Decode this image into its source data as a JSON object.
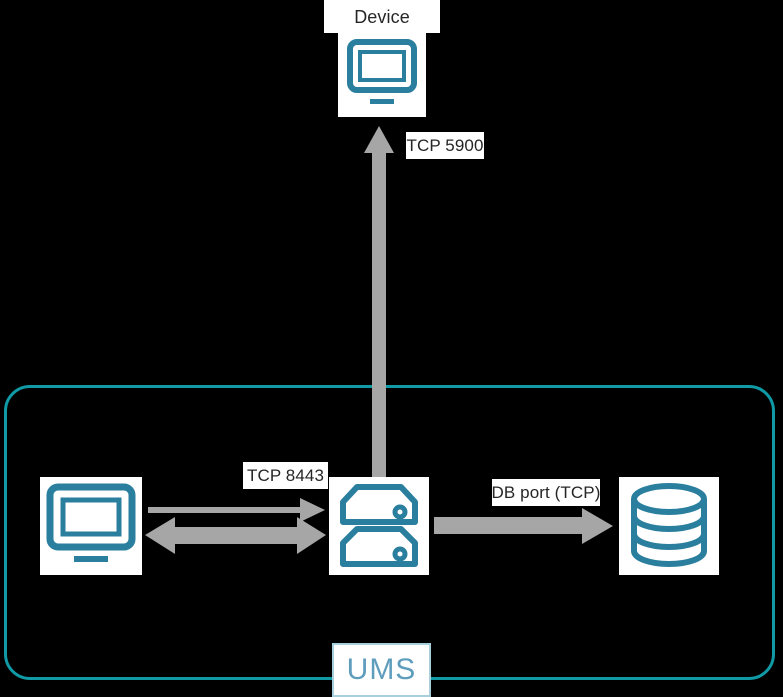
{
  "diagram": {
    "title": "UMS connection / port diagram",
    "background_color": "#000000",
    "accent_color": "#2b7f9e",
    "boundary_color": "#0f9aa6",
    "arrow_color": "#a6a6a6",
    "label_bg": "#ffffff",
    "label_text_color": "#262626"
  },
  "nodes": {
    "device": {
      "label": "Device",
      "icon": "monitor-icon"
    },
    "client": {
      "label": "",
      "icon": "monitor-icon"
    },
    "server": {
      "label": "",
      "icon": "server-icon"
    },
    "database": {
      "label": "",
      "icon": "database-icon"
    },
    "boundary": {
      "label": "UMS",
      "text_color": "#5f9dbd",
      "border_color": "#a7cfdc"
    }
  },
  "connections": [
    {
      "id": "server-to-device",
      "label": "TCP 5900",
      "from": "server",
      "to": "device",
      "direction": "up",
      "arrow_style": "single"
    },
    {
      "id": "client-to-server",
      "label": "TCP 8443",
      "from": "client",
      "to": "server",
      "direction": "horizontal",
      "arrow_style": "double"
    },
    {
      "id": "server-to-database",
      "label": "DB port (TCP)",
      "from": "server",
      "to": "database",
      "direction": "right",
      "arrow_style": "single"
    }
  ]
}
